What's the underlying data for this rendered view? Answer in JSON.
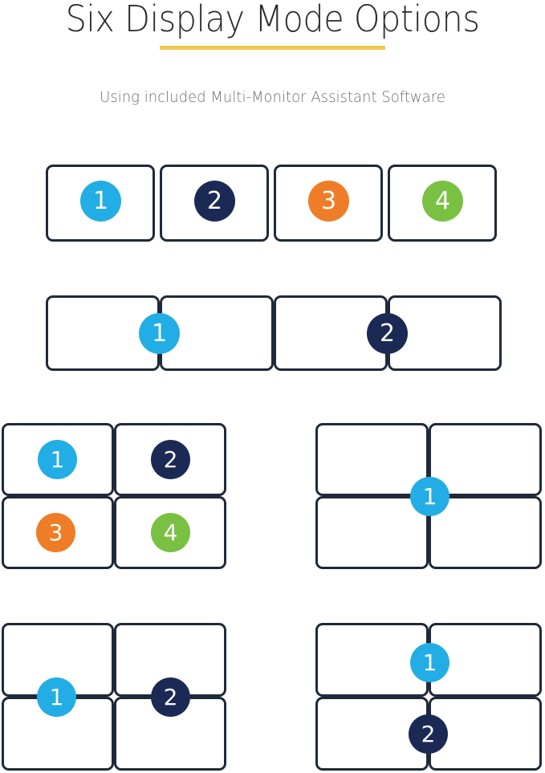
{
  "header": {
    "title": "Six Display Mode Options",
    "subtitle": "Using included Multi-Monitor Assistant Software"
  },
  "colors": {
    "accent_underline": "#f2c84b",
    "monitor_border": "#1e2a3a",
    "badge_blue": "#22ade4",
    "badge_navy": "#1b2a55",
    "badge_orange": "#ef7c26",
    "badge_green": "#7ac143",
    "title_text": "#2b2b2b",
    "subtitle_text": "#6e6e6e",
    "background": "#ffffff"
  },
  "diagrams": [
    {
      "id": "mode-four-separate-horizontal",
      "name": "Four separate displays in a row",
      "badges": [
        {
          "label": "1",
          "color": "#22ade4"
        },
        {
          "label": "2",
          "color": "#1b2a55"
        },
        {
          "label": "3",
          "color": "#ef7c26"
        },
        {
          "label": "4",
          "color": "#7ac143"
        }
      ]
    },
    {
      "id": "mode-two-wide-pairs",
      "name": "Two displays each spanning two monitors side by side",
      "badges": [
        {
          "label": "1",
          "color": "#22ade4"
        },
        {
          "label": "2",
          "color": "#1b2a55"
        }
      ]
    },
    {
      "id": "mode-four-separate-grid",
      "name": "Four separate displays in a 2 by 2 grid",
      "badges": [
        {
          "label": "1",
          "color": "#22ade4"
        },
        {
          "label": "2",
          "color": "#1b2a55"
        },
        {
          "label": "3",
          "color": "#ef7c26"
        },
        {
          "label": "4",
          "color": "#7ac143"
        }
      ]
    },
    {
      "id": "mode-one-across-grid",
      "name": "One display spanning all four monitors in a 2 by 2 grid",
      "badges": [
        {
          "label": "1",
          "color": "#22ade4"
        }
      ]
    },
    {
      "id": "mode-two-vertical-pairs",
      "name": "Two displays each spanning two stacked monitors",
      "badges": [
        {
          "label": "1",
          "color": "#22ade4"
        },
        {
          "label": "2",
          "color": "#1b2a55"
        }
      ]
    },
    {
      "id": "mode-two-horizontal-pairs-stacked",
      "name": "Two displays each spanning two side by side monitors, stacked",
      "badges": [
        {
          "label": "1",
          "color": "#22ade4"
        },
        {
          "label": "2",
          "color": "#1b2a55"
        }
      ]
    }
  ]
}
